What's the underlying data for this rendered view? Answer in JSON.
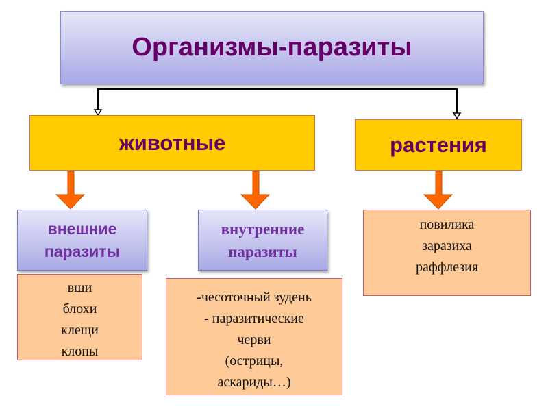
{
  "title": "Организмы-паразиты",
  "categories": {
    "animals": "животные",
    "plants": "растения"
  },
  "animal_groups": {
    "external": [
      "внешние",
      "паразиты"
    ],
    "internal": [
      "внутренние",
      "паразиты"
    ]
  },
  "lists": {
    "external": [
      "вши",
      "блохи",
      "клещи",
      "клопы"
    ],
    "internal": [
      "-чесоточный зудень",
      "- паразитические",
      "черви",
      "(острицы,",
      "аскариды…)"
    ],
    "plants": [
      "повилика",
      "заразиха",
      "раффлезия"
    ]
  },
  "colors": {
    "title_text": "#660066",
    "category_fill": "#ffcc00",
    "arrow": "#ff6600",
    "list_fill": "#fecb98",
    "group_text": "#7030a0"
  }
}
